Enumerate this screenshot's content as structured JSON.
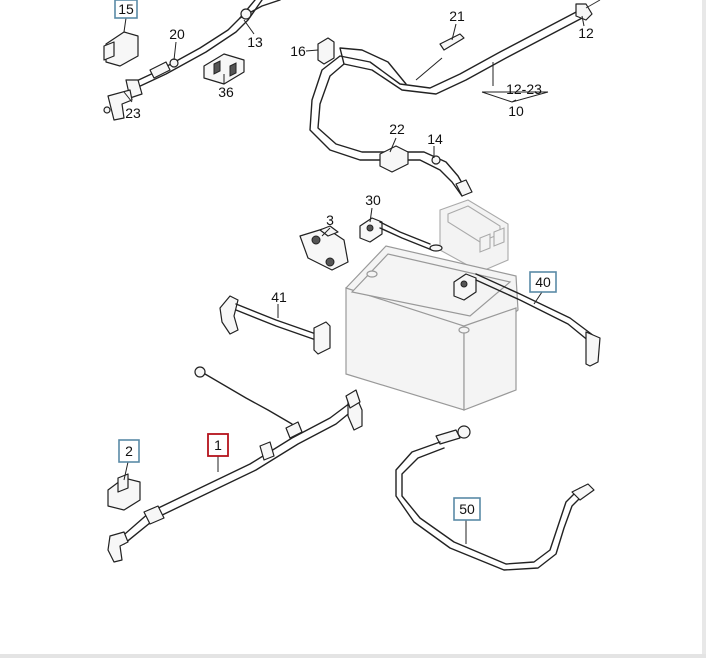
{
  "diagram": {
    "labels": {
      "l15": "15",
      "l20": "20",
      "l13": "13",
      "l23": "23",
      "l36": "36",
      "l16": "16",
      "l21": "21",
      "l12": "12",
      "l12_23": "12-23",
      "l10": "10",
      "l22": "22",
      "l14": "14",
      "l30": "30",
      "l3": "3",
      "l41": "41",
      "l40": "40",
      "l2": "2",
      "l1": "1",
      "l50": "50"
    },
    "colors": {
      "link_box": "#5a8aa6",
      "selected_box": "#b5121b",
      "line": "#222222"
    }
  }
}
